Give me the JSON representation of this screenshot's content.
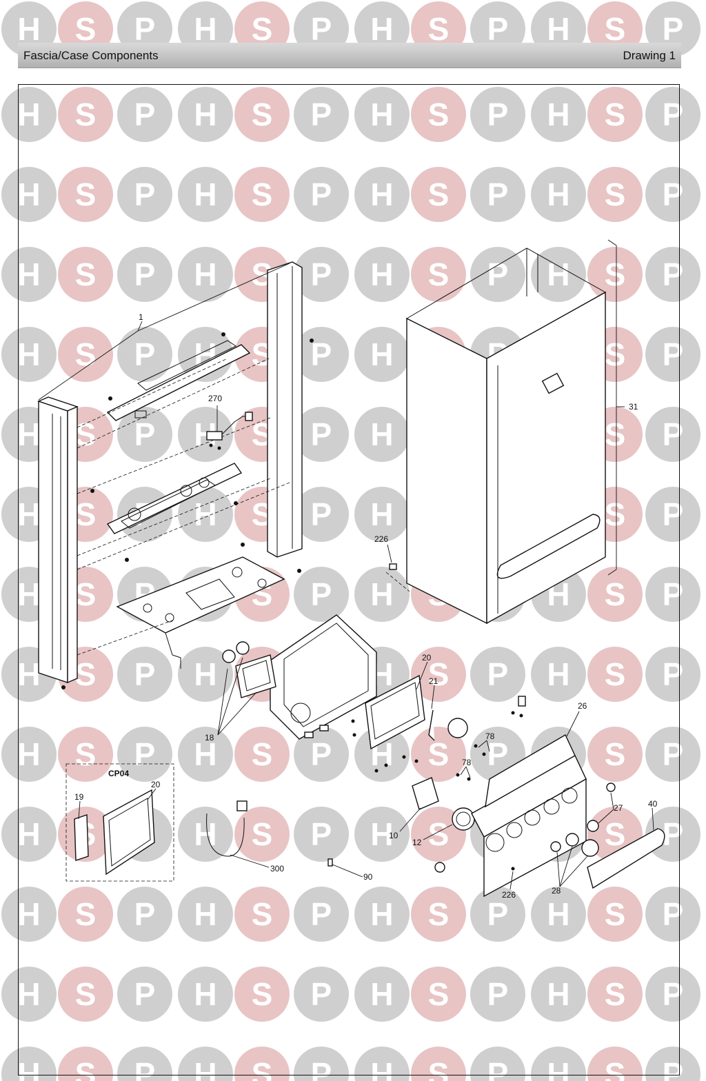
{
  "header": {
    "title": "Fascia/Case Components",
    "drawing": "Drawing 1"
  },
  "watermark": {
    "letters": [
      "H",
      "S",
      "P"
    ],
    "colors": {
      "h_p": "#cfcfcf",
      "s": "#e8c4c4",
      "letter": "#ffffff"
    }
  },
  "callouts": {
    "c1": "1",
    "c270": "270",
    "c31": "31",
    "c226_top": "226",
    "c20_main": "20",
    "c21": "21",
    "c26": "26",
    "c18": "18",
    "c78_a": "78",
    "c78_b": "78",
    "c19": "19",
    "c20_kit": "20",
    "c10": "10",
    "c12": "12",
    "c27": "27",
    "c40": "40",
    "c300": "300",
    "c90": "90",
    "c226_bottom": "226",
    "c28": "28"
  },
  "kit_box": {
    "label": "CP04"
  }
}
